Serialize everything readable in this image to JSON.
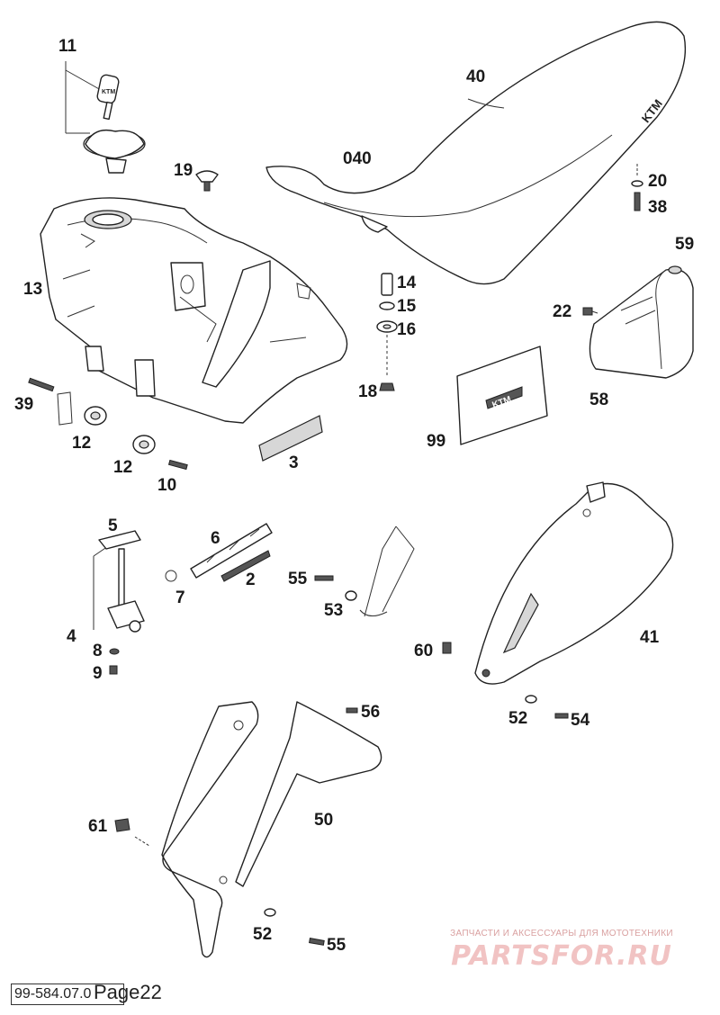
{
  "diagram": {
    "labels": {
      "p11": "11",
      "p13": "13",
      "p19": "19",
      "p040": "040",
      "p40": "40",
      "p20": "20",
      "p38": "38",
      "p59": "59",
      "p22": "22",
      "p58": "58",
      "p14": "14",
      "p15": "15",
      "p16": "16",
      "p18": "18",
      "p99": "99",
      "p39": "39",
      "p12a": "12",
      "p12b": "12",
      "p10": "10",
      "p3": "3",
      "p5": "5",
      "p6": "6",
      "p7": "7",
      "p2": "2",
      "p4": "4",
      "p8": "8",
      "p9": "9",
      "p55a": "55",
      "p53": "53",
      "p60": "60",
      "p41": "41",
      "p52a": "52",
      "p54": "54",
      "p56": "56",
      "p50": "50",
      "p61": "61",
      "p52b": "52",
      "p55b": "55"
    }
  },
  "footer": {
    "code": "99-584.07.0",
    "page": "Page22"
  },
  "watermark": {
    "subtitle": "ЗАПЧАСТИ И АКСЕССУАРЫ ДЛЯ МОТОТЕХНИКИ",
    "brand": "PARTSFOR.RU"
  },
  "logos": {
    "seat_logo": "KTM",
    "decal_logo": "KTM"
  }
}
